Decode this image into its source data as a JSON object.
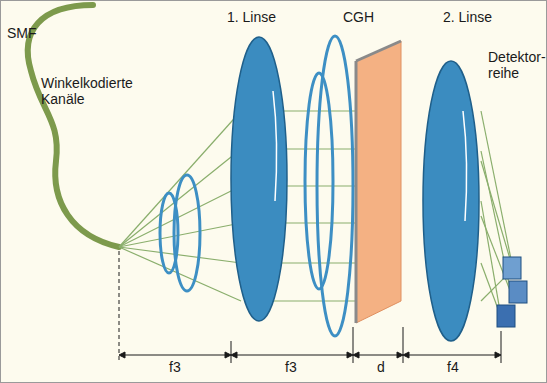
{
  "diagram": {
    "labels": [
      "SMF",
      "1. Linse",
      "CGH",
      "2. Linse",
      "Winkelkodierte Kanäle",
      "Detektor- reihe",
      "f3",
      "f3",
      "d",
      "f4"
    ]
  }
}
